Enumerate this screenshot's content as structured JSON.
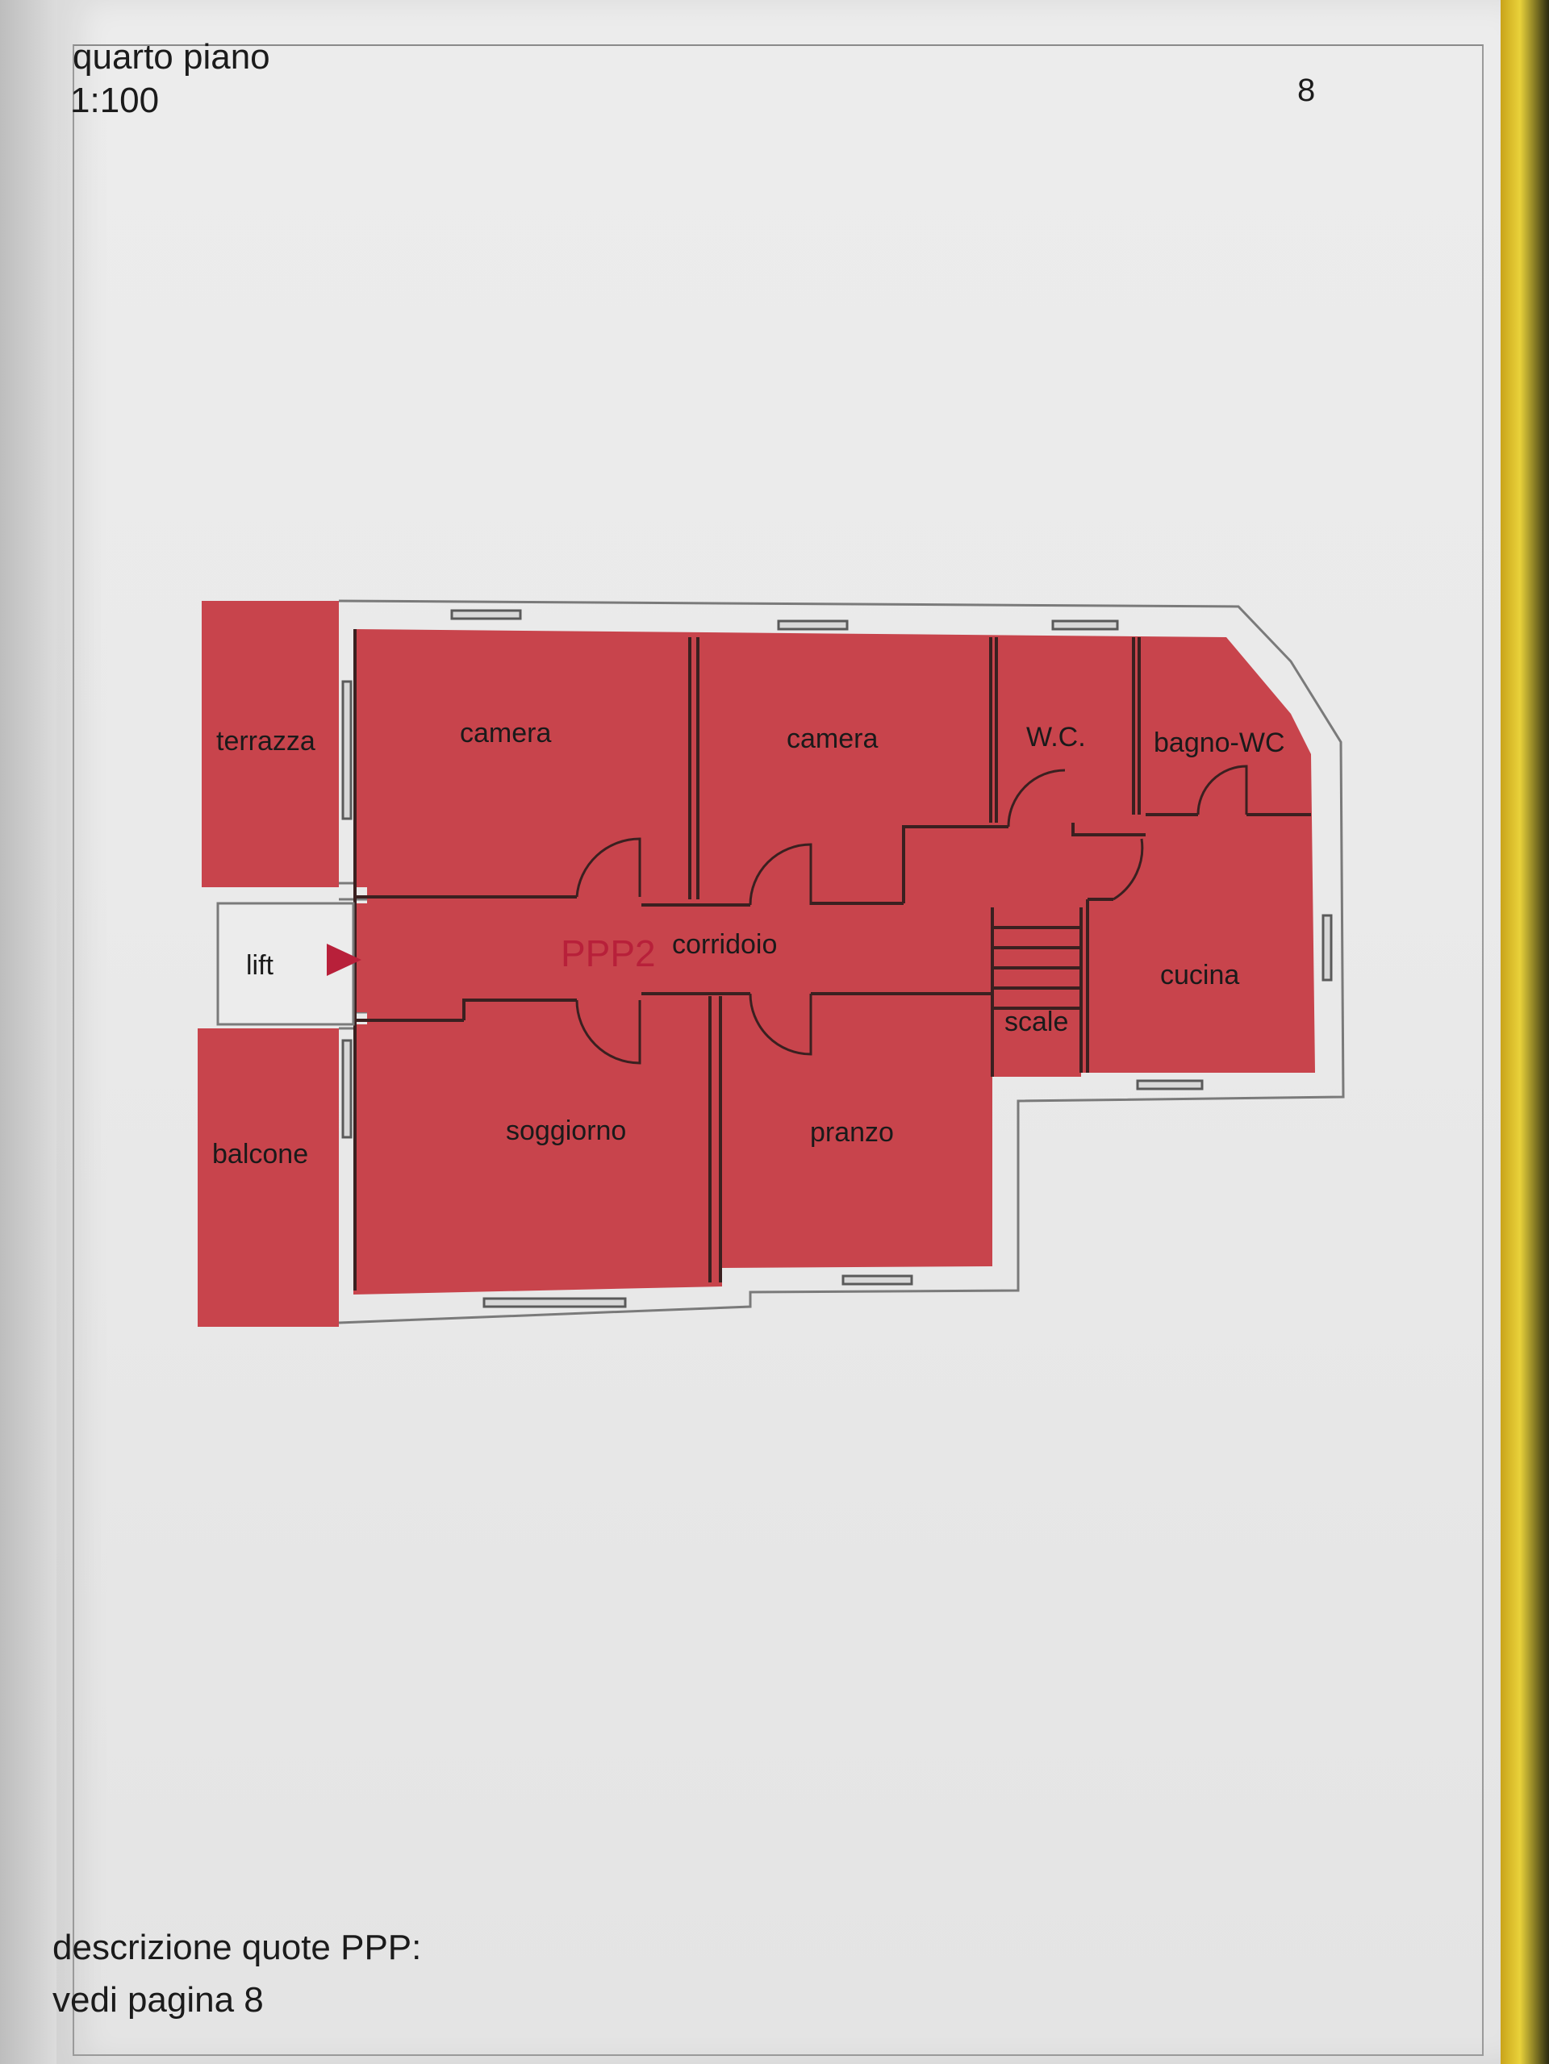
{
  "header": {
    "floor": "quarto piano",
    "scale": "1:100",
    "page_number": "8"
  },
  "plan": {
    "unit_label": "PPP2",
    "rooms": {
      "terrazza": "terrazza",
      "camera_1": "camera",
      "camera_2": "camera",
      "wc": "W.C.",
      "bagno": "bagno-WC",
      "lift": "lift",
      "corridoio": "corridoio",
      "cucina": "cucina",
      "scale": "scale",
      "balcone": "balcone",
      "soggiorno": "soggiorno",
      "pranzo": "pranzo"
    },
    "colors": {
      "fill": "#c8444c",
      "wall": "#3a2020",
      "outline": "#7a7a7a",
      "accent": "#b8203a"
    }
  },
  "footer": {
    "line1": "descrizione quote PPP:",
    "line2": "vedi pagina 8"
  }
}
